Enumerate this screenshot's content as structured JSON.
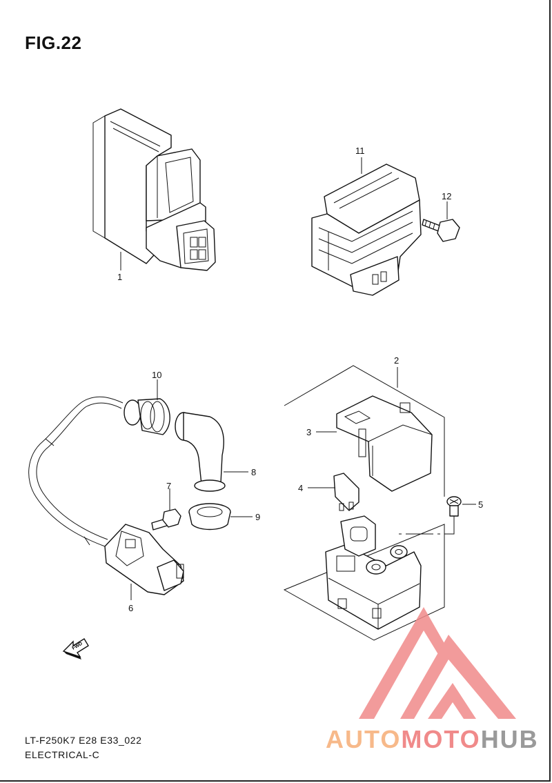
{
  "figure": {
    "title": "FIG.22"
  },
  "footer": {
    "model": "LT-F250K7 E28 E33_022",
    "section": "ELECTRICAL-C"
  },
  "callouts": {
    "c1": "1",
    "c2": "2",
    "c3": "3",
    "c4": "4",
    "c5": "5",
    "c6": "6",
    "c7": "7",
    "c8": "8",
    "c9": "9",
    "c10": "10",
    "c11": "11",
    "c12": "12"
  },
  "direction_arrow": {
    "label": "FWD"
  },
  "watermark": {
    "part1": "AUTO",
    "part2": "MOTO",
    "part3": "HUB",
    "colors": {
      "auto": "#f7b98a",
      "moto": "#f08a8a",
      "hub": "#9a9a9a",
      "logo": "#f08a8a"
    }
  }
}
